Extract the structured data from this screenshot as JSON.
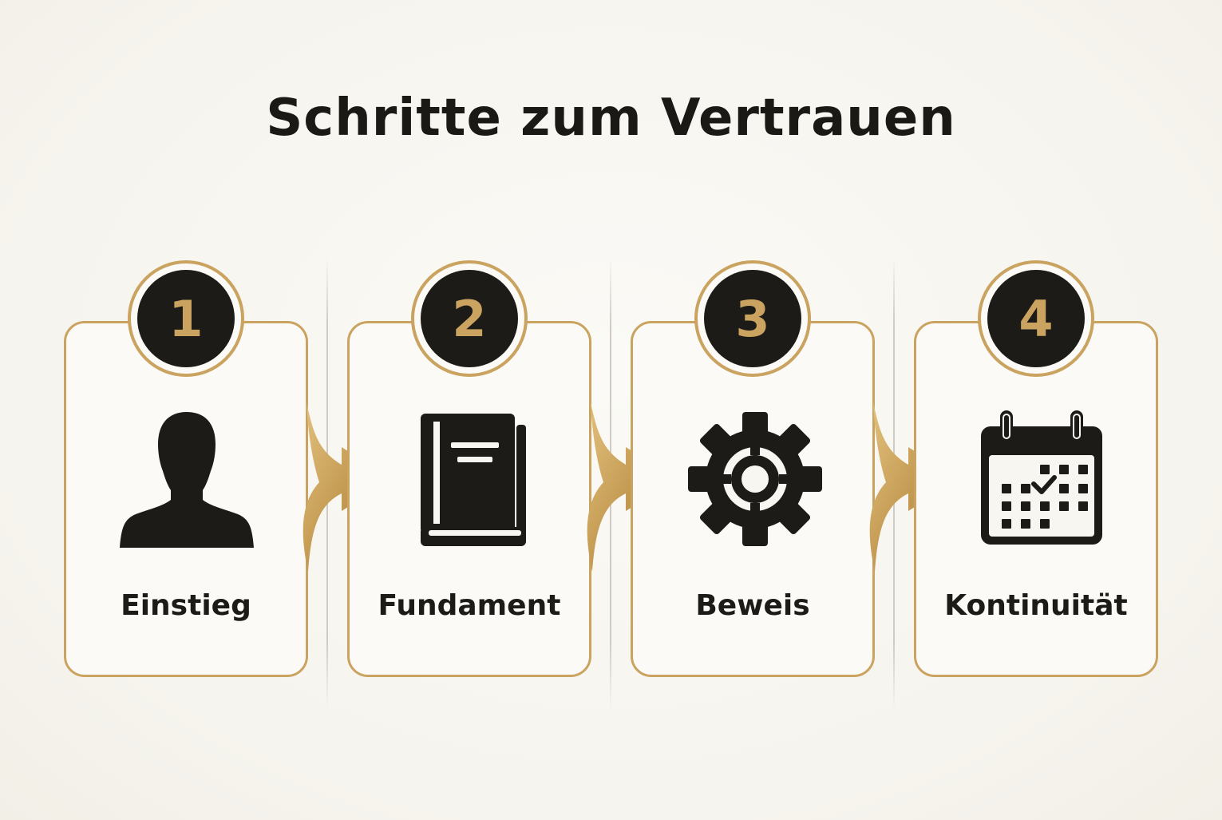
{
  "title": "Schritte zum Vertrauen",
  "colors": {
    "gold": "#c9a35f",
    "dark": "#1c1b18",
    "background": "#f8f6f0"
  },
  "steps": [
    {
      "number": "1",
      "label": "Einstieg",
      "icon": "person-icon"
    },
    {
      "number": "2",
      "label": "Fundament",
      "icon": "book-icon"
    },
    {
      "number": "3",
      "label": "Beweis",
      "icon": "gear-icon"
    },
    {
      "number": "4",
      "label": "Kontinuität",
      "icon": "calendar-icon"
    }
  ]
}
